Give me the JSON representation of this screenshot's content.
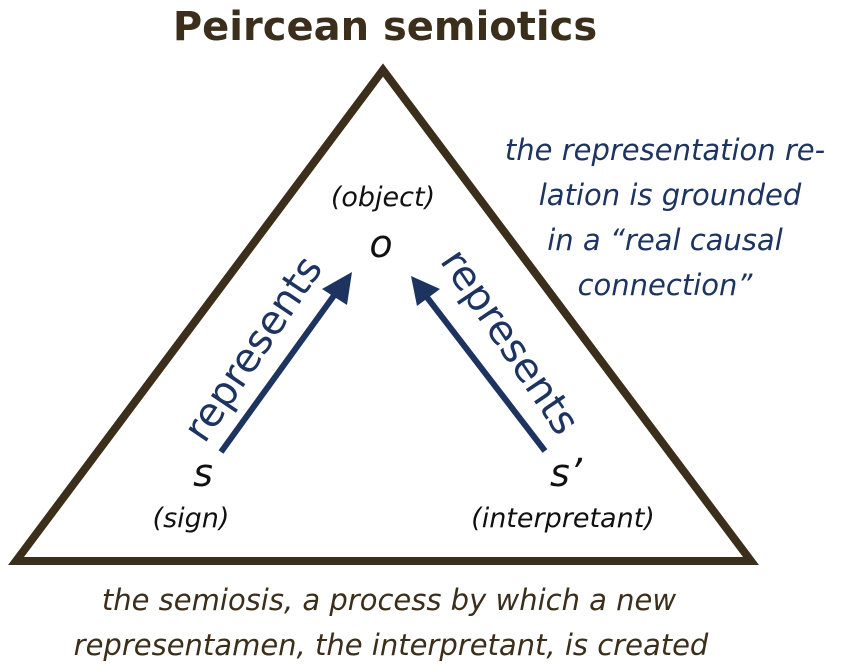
{
  "title": "Peircean semiotics",
  "nodes": {
    "object": {
      "letter": "o",
      "label": "(object)"
    },
    "sign": {
      "letter": "s",
      "label": "(sign)"
    },
    "interpretant": {
      "letter": "s’",
      "label": "(interpretant)"
    }
  },
  "relations": {
    "left": "represents",
    "right": "represents"
  },
  "note_lines": [
    "the representation re-",
    "lation is grounded",
    "in a “real causal",
    "connection”"
  ],
  "caption_lines": [
    "the semiosis, a process by which a new",
    "representamen, the interpretant, is created"
  ],
  "colors": {
    "triangle": "#3b2e1a",
    "arrows": "#1d3461",
    "title": "#3b2e1a",
    "note": "#1d3461"
  }
}
